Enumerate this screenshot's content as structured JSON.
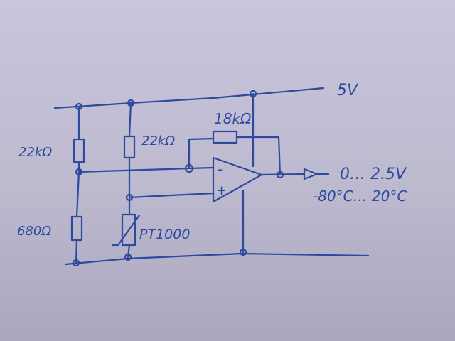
{
  "labels": {
    "supply": "5V",
    "r_top_left": "22kΩ",
    "r_top_mid": "22kΩ",
    "r_feedback": "18kΩ",
    "r_bottom_left": "680Ω",
    "sensor": "PT1000",
    "output_range": "0… 2.5V",
    "temp_range": "-80°C… 20°C",
    "minus": "-",
    "plus": "+"
  },
  "colors": {
    "ink": "#2c4a9e",
    "paper": "#c4c1d8"
  }
}
